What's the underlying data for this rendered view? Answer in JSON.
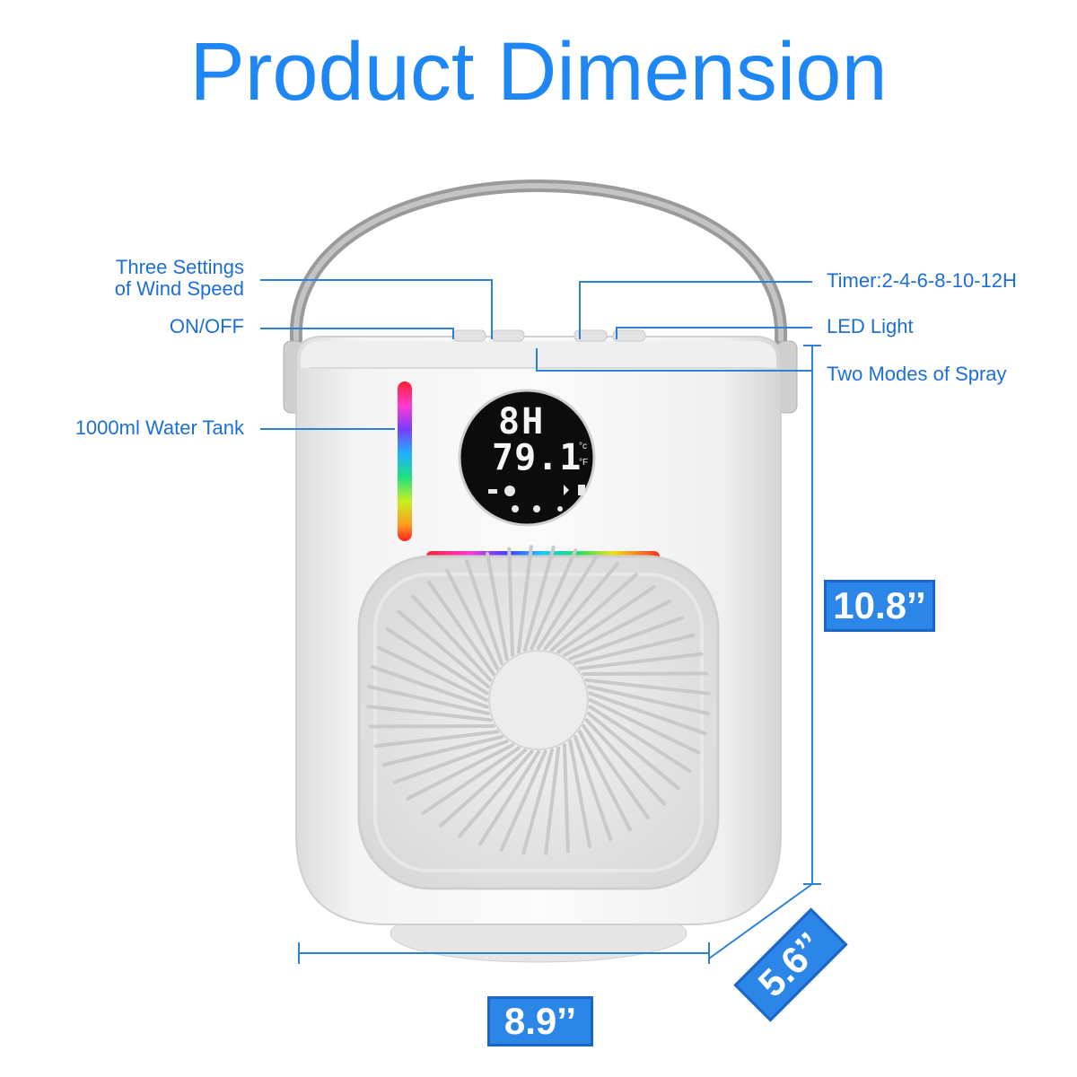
{
  "title": "Product Dimension",
  "callouts": {
    "wind_speed_line1": "Three Settings",
    "wind_speed_line2": "of Wind Speed",
    "on_off": "ON/OFF",
    "water_tank": "1000ml Water Tank",
    "timer": "Timer:2-4-6-8-10-12H",
    "led_light": "LED Light",
    "spray_modes": "Two Modes of Spray"
  },
  "dimensions": {
    "height": "10.8’’",
    "width": "8.9’’",
    "depth": "5.6’’"
  },
  "display": {
    "timer_readout": "8H",
    "temperature_readout": "79.1",
    "unit_c": "°c",
    "unit_f": "°F"
  },
  "colors": {
    "accent": "#1f87f3",
    "callout_text": "#1d6fd6",
    "dimension_box": "#2b86e8"
  }
}
